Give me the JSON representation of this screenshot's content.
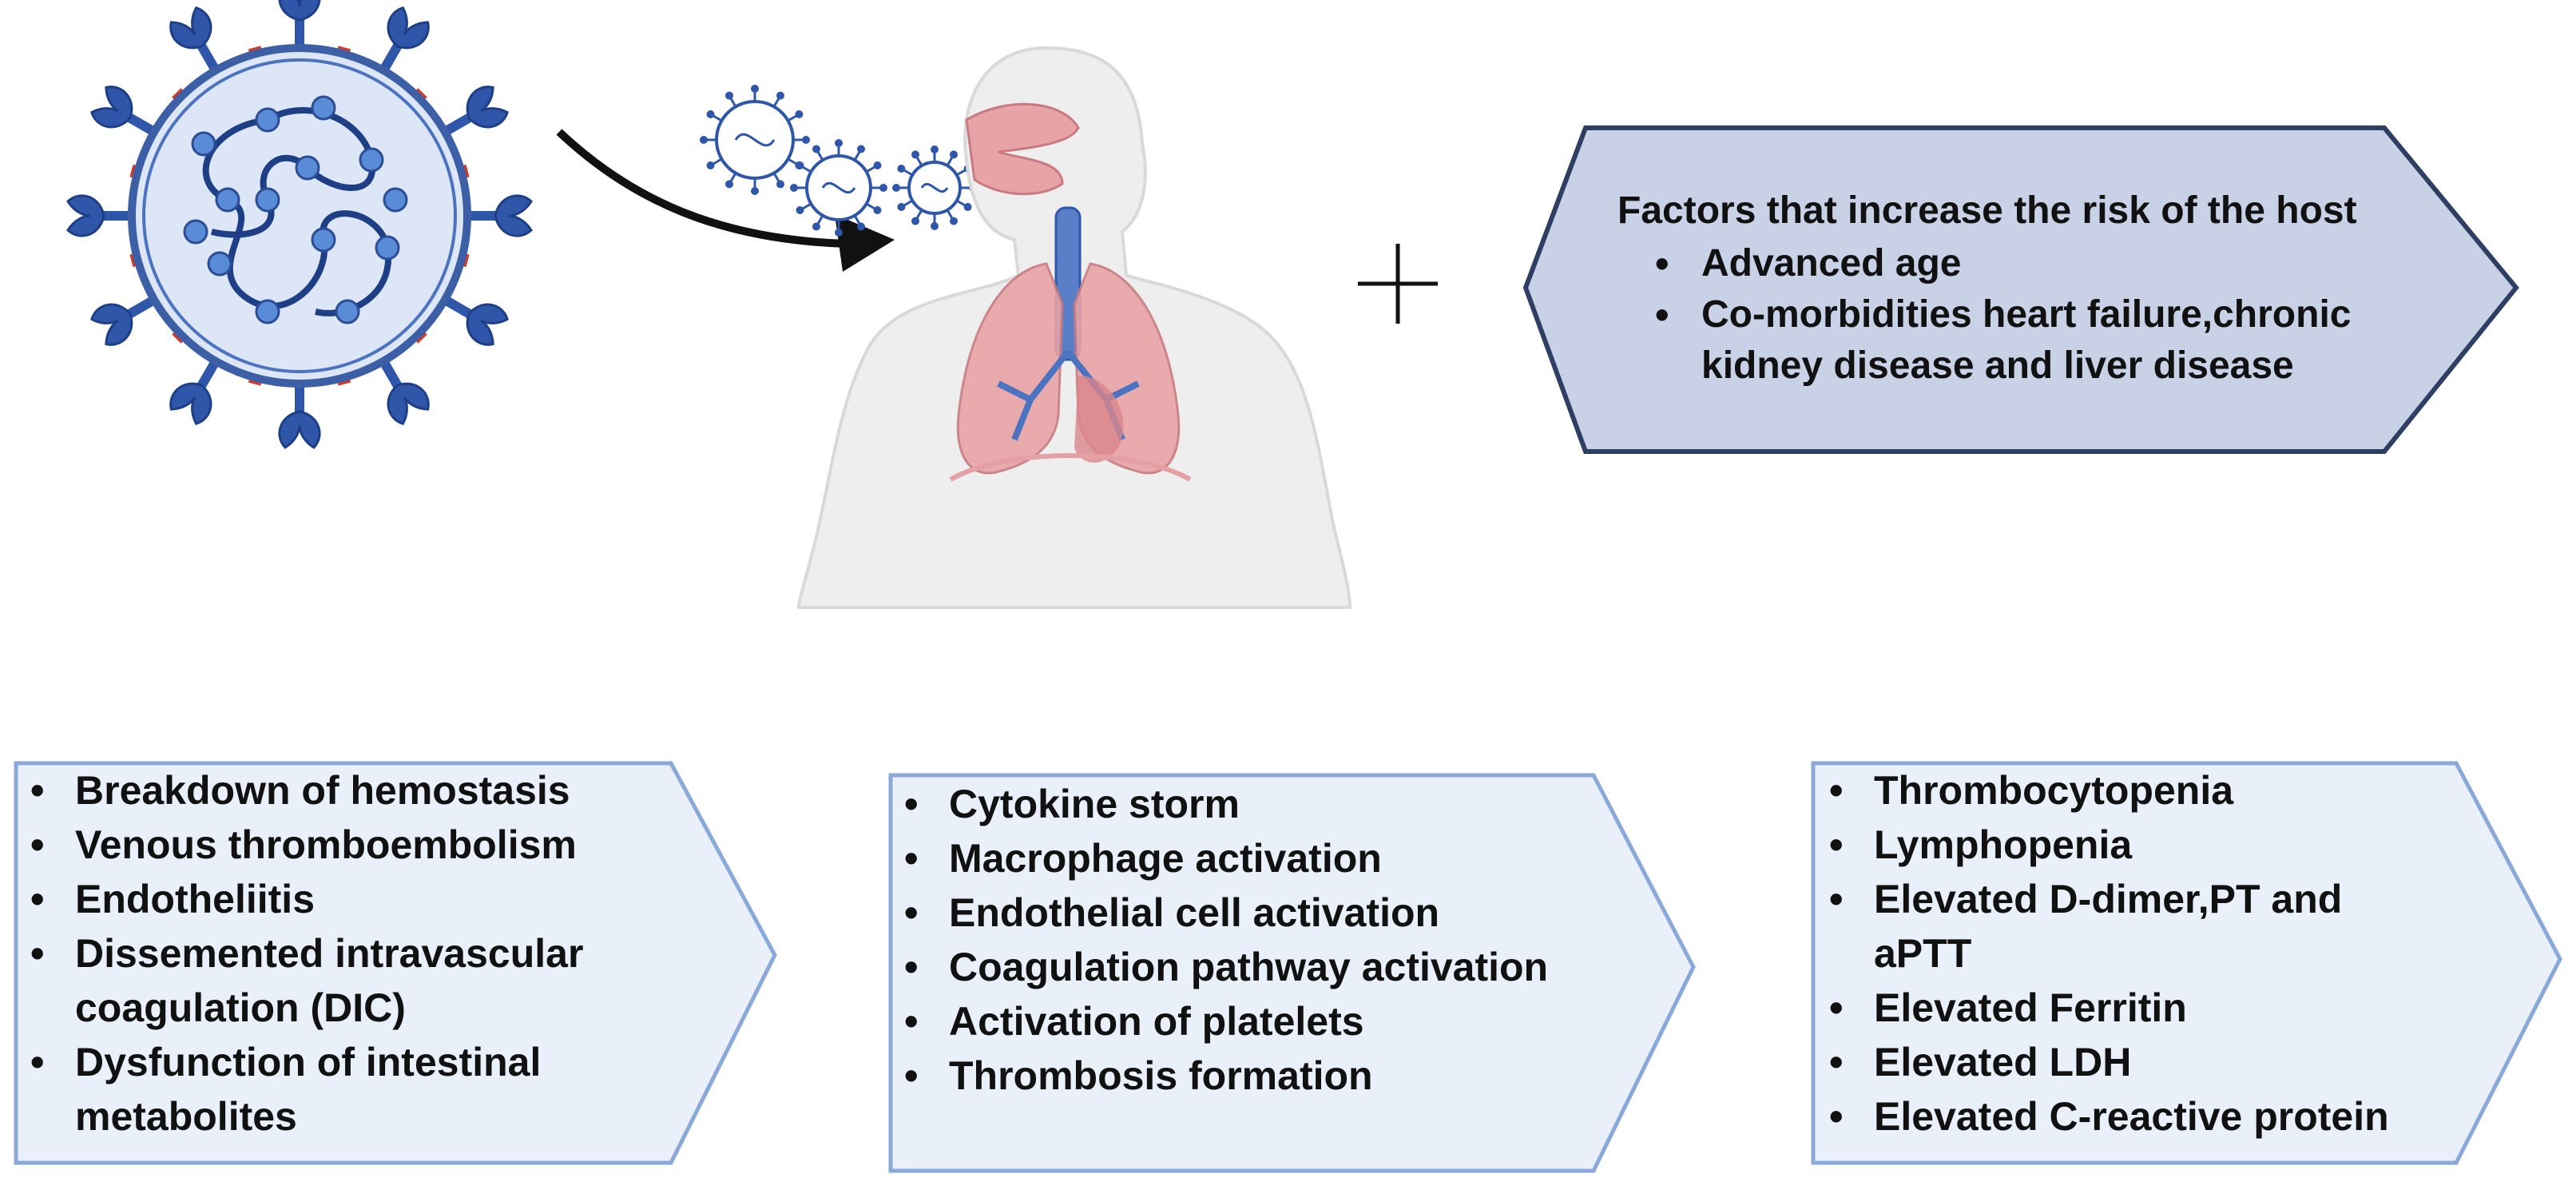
{
  "risk_box": {
    "title": "Factors that increase the risk of the host",
    "items": [
      "Advanced age",
      "Co-morbidities heart failure,chronic kidney disease and liver disease"
    ]
  },
  "box_left": {
    "items": [
      "Breakdown of hemostasis",
      "Venous thromboembolism",
      "Endotheliitis",
      "Dissemented intravascular coagulation (DIC)",
      "Dysfunction of intestinal metabolites"
    ]
  },
  "box_middle": {
    "items": [
      "Cytokine storm",
      "Macrophage activation",
      "Endothelial cell activation",
      "Coagulation pathway activation",
      "Activation of platelets",
      "Thrombosis formation"
    ]
  },
  "box_right": {
    "items": [
      "Thrombocytopenia",
      "Lymphopenia",
      "Elevated D-dimer,PT and aPTT",
      "Elevated Ferritin",
      "Elevated LDH",
      "Elevated C-reactive protein"
    ]
  },
  "colors": {
    "box_fill": "#eaf0fa",
    "box_stroke": "#8aa8d8",
    "risk_fill": "#c9d1e6",
    "risk_stroke": "#2f3e63",
    "virus_blue": "#2f56a8",
    "spike_red": "#d23a2a",
    "lung_pink": "#e8a3a6",
    "body_grey": "#eeeeee"
  },
  "icons": [
    "coronavirus-icon",
    "small-virus-icon",
    "human-respiratory-icon",
    "plus-icon",
    "curved-arrow-icon"
  ]
}
